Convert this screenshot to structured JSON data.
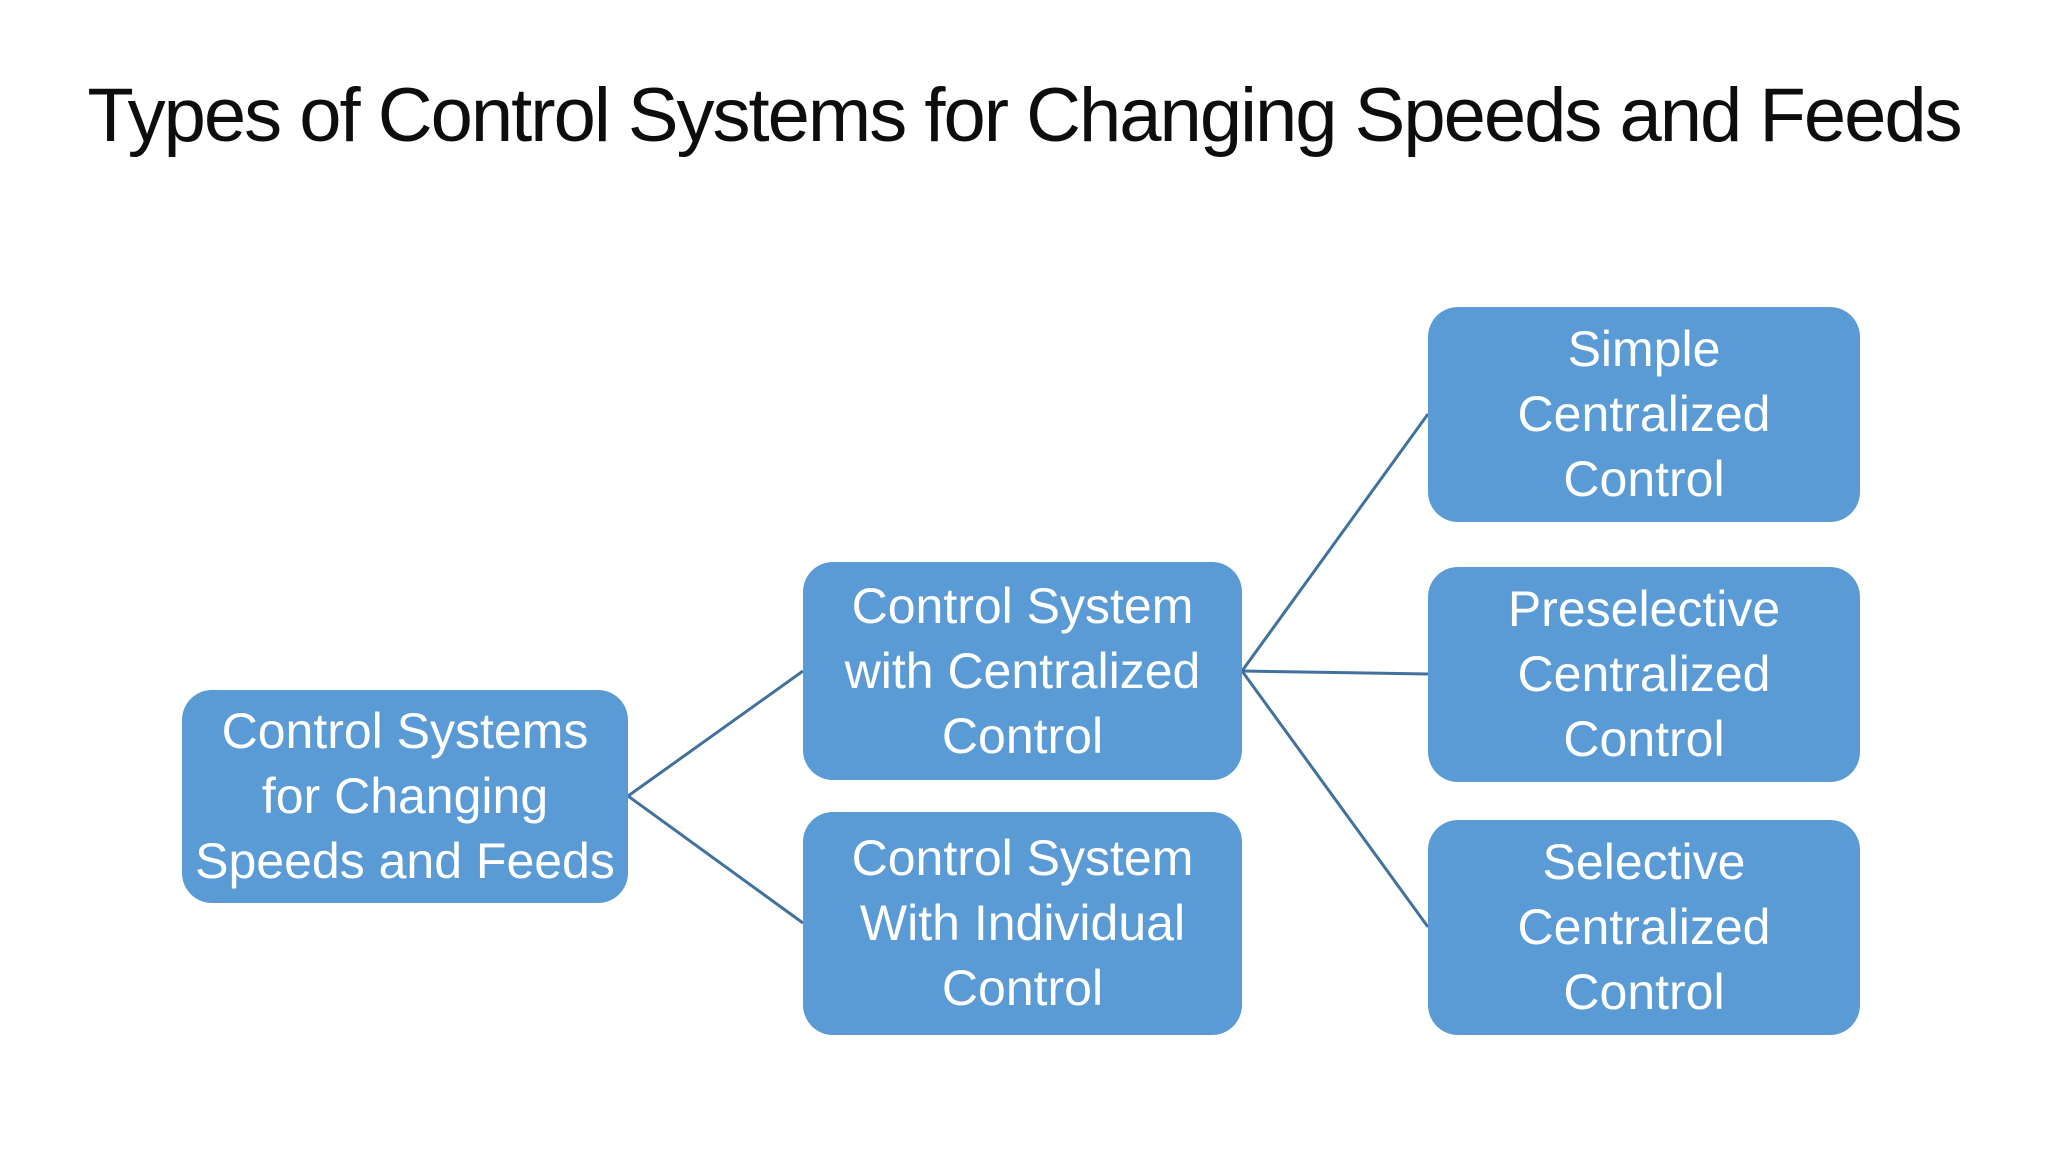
{
  "title": "Types of Control Systems for Changing Speeds and Feeds",
  "colors": {
    "background": "#FFFFFF",
    "title_text": "#0D0D0D",
    "node_fill": "#5B9BD5",
    "node_text": "#FFFFFF",
    "connector_line": "#41719C"
  },
  "diagram": {
    "type": "hierarchy",
    "nodes": {
      "root": {
        "label": "Control Systems for Changing Speeds and Feeds"
      },
      "centralized": {
        "label": "Control System with Centralized Control"
      },
      "individual": {
        "label": "Control System With Individual Control"
      },
      "simple": {
        "label": "Simple Centralized Control"
      },
      "preselective": {
        "label": "Preselective Centralized Control"
      },
      "selective": {
        "label": "Selective Centralized Control"
      }
    },
    "edges": [
      {
        "from": "root",
        "to": "centralized"
      },
      {
        "from": "root",
        "to": "individual"
      },
      {
        "from": "centralized",
        "to": "simple"
      },
      {
        "from": "centralized",
        "to": "preselective"
      },
      {
        "from": "centralized",
        "to": "selective"
      }
    ]
  }
}
